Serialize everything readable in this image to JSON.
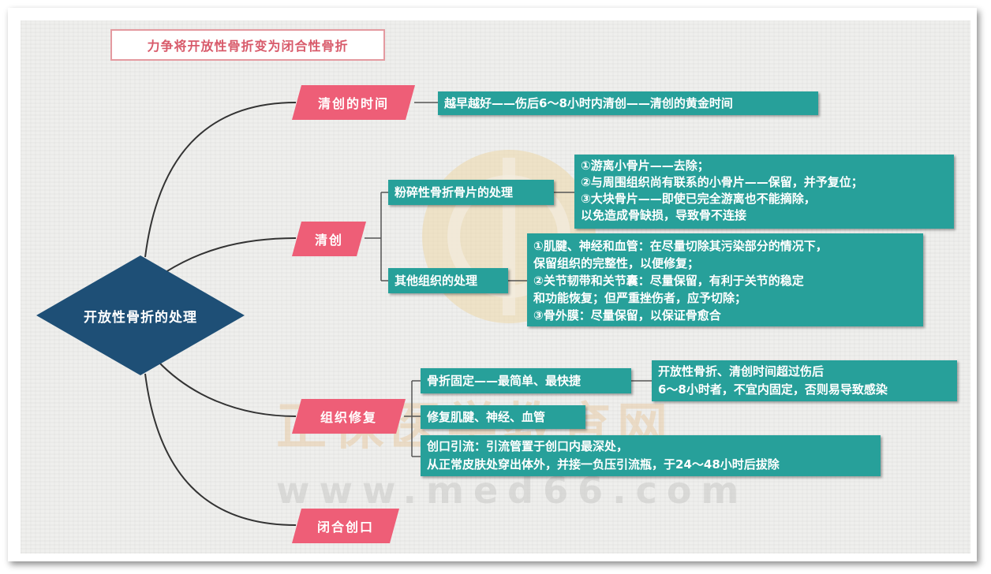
{
  "title": "力争将开放性骨折变为闭合性骨折",
  "root": "开放性骨折的处理",
  "branches": {
    "timing": {
      "label": "清创的时间",
      "detail": "越早越好——伤后6～8小时内清创——清创的黄金时间"
    },
    "debridement": {
      "label": "清创",
      "comminuted": {
        "label": "粉碎性骨折骨片的处理",
        "lines": [
          "①游离小骨片——去除；",
          "②与周围组织尚有联系的小骨片——保留，并予复位；",
          "③大块骨片——即使已完全游离也不能摘除，",
          "以免造成骨缺损，导致骨不连接"
        ]
      },
      "other": {
        "label": "其他组织的处理",
        "lines": [
          "①肌腱、神经和血管：在尽量切除其污染部分的情况下，",
          "保留组织的完整性，以便修复；",
          "②关节韧带和关节囊：尽量保留，有利于关节的稳定",
          "和功能恢复；但严重挫伤者，应予切除；",
          "③骨外膜：尽量保留，以保证骨愈合"
        ]
      }
    },
    "repair": {
      "label": "组织修复",
      "fixation": {
        "label": "骨折固定——最简单、最快捷",
        "lines": [
          "开放性骨折、清创时间超过伤后",
          "6～8小时者，不宜内固定，否则易导致感染"
        ]
      },
      "tendon": {
        "label": "修复肌腱、神经、血管"
      },
      "drainage": {
        "lines": [
          "创口引流：引流管置于创口内最深处，",
          "从正常皮肤处穿出体外，并接一负压引流瓶，于24～48小时后拔除"
        ]
      }
    },
    "closure": {
      "label": "闭合创口"
    }
  },
  "watermark": {
    "cn": "正保医学教育网",
    "url": "www.med66.com"
  },
  "colors": {
    "pink": "#ee5e77",
    "teal": "#27a09a",
    "navy": "#1e4f76",
    "line": "#333333"
  }
}
